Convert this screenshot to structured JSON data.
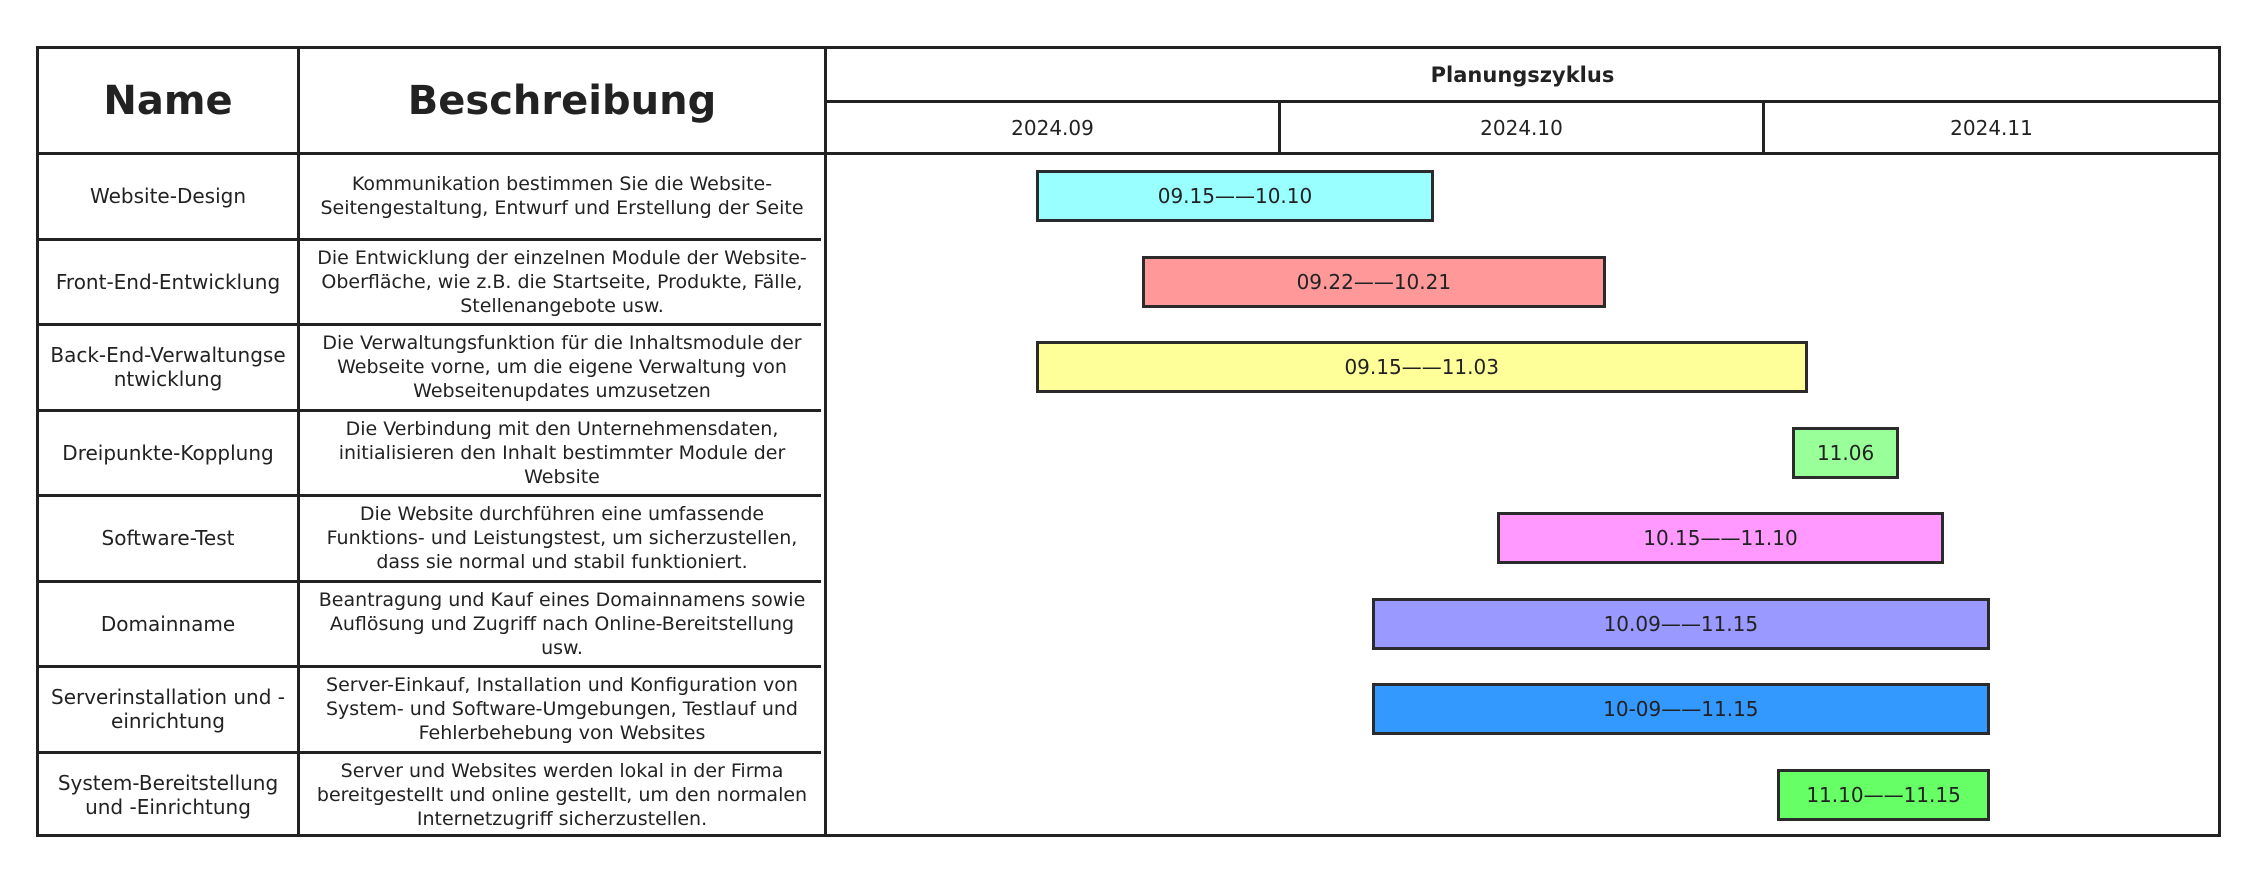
{
  "chart_data": {
    "type": "table",
    "headers": {
      "name": "Name",
      "description": "Beschreibung",
      "cycle": "Planungszyklus",
      "months": [
        "2024.09",
        "2024.10",
        "2024.11"
      ]
    },
    "timeline": {
      "start": "2024-09-01",
      "end": "2024-11-30"
    },
    "rows": [
      {
        "name": "Website-Design",
        "description": "Kommunikation bestimmen Sie die Website-Seitengestaltung, Entwurf und Erstellung der Seite",
        "label": "09.15——10.10",
        "start": "2024-09-15",
        "end": "2024-10-10",
        "color": "#99ffff"
      },
      {
        "name": "Front-End-Entwicklung",
        "description": "Die Entwicklung der einzelnen Module der Website-Oberfläche, wie z.B. die Startseite, Produkte, Fälle, Stellenangebote usw.",
        "label": "09.22——10.21",
        "start": "2024-09-22",
        "end": "2024-10-21",
        "color": "#ff9999"
      },
      {
        "name": "Back-End-Verwaltungsentwicklung",
        "description": "Die Verwaltungsfunktion für die Inhaltsmodule der Webseite vorne, um die eigene Verwaltung von Webseitenupdates umzusetzen",
        "label": "09.15——11.03",
        "start": "2024-09-15",
        "end": "2024-11-03",
        "color": "#ffff99"
      },
      {
        "name": "Dreipunkte-Kopplung",
        "description": "Die Verbindung mit den Unternehmensdaten, initialisieren den Inhalt bestimmter Module der Website",
        "label": "11.06",
        "start": "2024-11-03",
        "end": "2024-11-09",
        "color": "#99ff99"
      },
      {
        "name": "Software-Test",
        "description": "Die Website durchführen eine umfassende Funktions- und Leistungstest, um sicherzustellen, dass sie normal und stabil funktioniert.",
        "label": "10.15——11.10",
        "start": "2024-10-15",
        "end": "2024-11-12",
        "color": "#ff99ff"
      },
      {
        "name": "Domainname",
        "description": "Beantragung und Kauf eines Domainnamens sowie Auflösung und Zugriff nach Online-Bereitstellung usw.",
        "label": "10.09——11.15",
        "start": "2024-10-07",
        "end": "2024-11-15",
        "color": "#9999ff"
      },
      {
        "name": "Serverinstallation und -einrichtung",
        "description": "Server-Einkauf, Installation und Konfiguration von System- und Software-Umgebungen, Testlauf und Fehlerbehebung von Websites",
        "label": "10-09——11.15",
        "start": "2024-10-07",
        "end": "2024-11-15",
        "color": "#3399ff"
      },
      {
        "name": "System-Bereitstellung und -Einrichtung",
        "description": "Server und Websites werden lokal in der Firma bereitgestellt und online gestellt, um den normalen Internetzugriff sicherzustellen.",
        "label": "11.10——11.15",
        "start": "2024-11-02",
        "end": "2024-11-15",
        "color": "#66ff66"
      }
    ]
  }
}
